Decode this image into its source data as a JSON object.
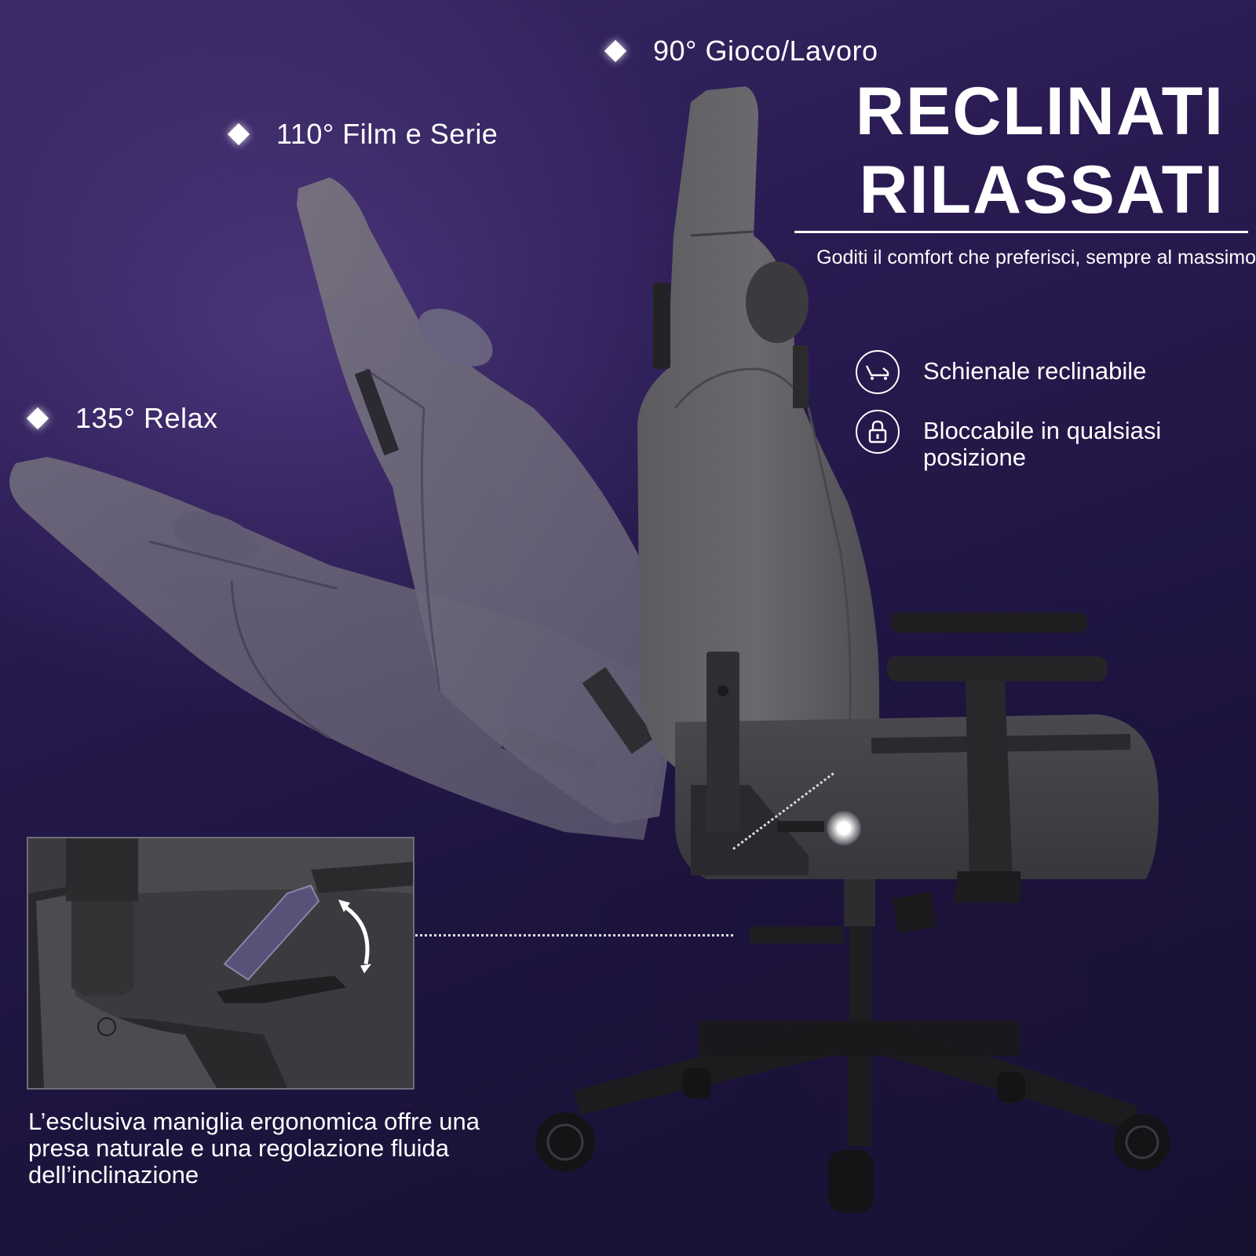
{
  "angles": [
    {
      "label": "90° Gioco/Lavoro"
    },
    {
      "label": "110° Film e Serie"
    },
    {
      "label": "135° Relax"
    }
  ],
  "headline": {
    "line1": "RECLINATI",
    "line2": "RILASSATI"
  },
  "subtitle": "Goditi il comfort che preferisci, sempre al massimo",
  "features": [
    {
      "icon": "recline-icon",
      "text": "Schienale reclinabile"
    },
    {
      "icon": "lock-icon",
      "text_line1": "Bloccabile in qualsiasi",
      "text_line2": "posizione"
    }
  ],
  "caption": {
    "line1": "L’esclusiva maniglia ergonomica offre una",
    "line2": "presa naturale e una regolazione fluida",
    "line3": "dell’inclinazione"
  },
  "colors": {
    "background_top": "#3b2a66",
    "background_bottom": "#15102e",
    "chair_upholstery": "#5e5d63",
    "chair_ghost": "#6b6677",
    "frame": "#1f1f22",
    "text": "#ffffff"
  }
}
